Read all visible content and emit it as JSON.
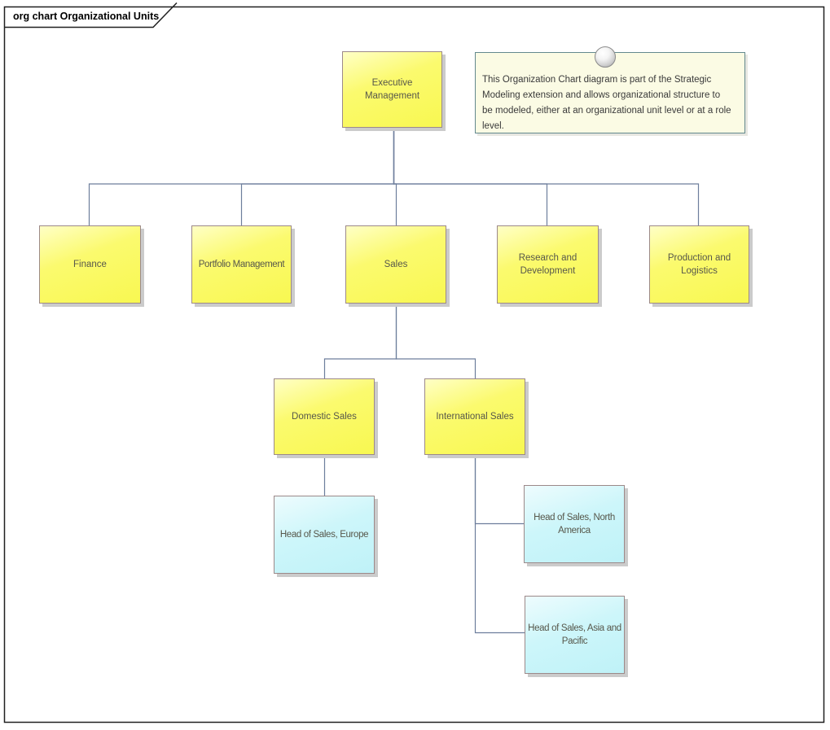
{
  "diagram": {
    "title": "org chart Organizational Units",
    "tool_style": "enterprise-architect-diagram-frame"
  },
  "note": {
    "icon": "pin-sphere-icon",
    "text": "This Organization Chart diagram is part of the Strategic Modeling extension and allows organizational structure to be modeled, either at an organizational unit level or at a role level."
  },
  "nodes": {
    "executive_management": {
      "label": "Executive Management",
      "kind": "organizational-unit"
    },
    "finance": {
      "label": "Finance",
      "kind": "organizational-unit"
    },
    "portfolio_management": {
      "label": "Portfolio Management",
      "kind": "organizational-unit"
    },
    "sales": {
      "label": "Sales",
      "kind": "organizational-unit"
    },
    "research_and_development": {
      "label": "Research and Development",
      "kind": "organizational-unit"
    },
    "production_and_logistics": {
      "label": "Production and Logistics",
      "kind": "organizational-unit"
    },
    "domestic_sales": {
      "label": "Domestic Sales",
      "kind": "organizational-unit"
    },
    "international_sales": {
      "label": "International Sales",
      "kind": "organizational-unit"
    },
    "head_of_sales_europe": {
      "label": "Head of Sales, Europe",
      "kind": "role"
    },
    "head_of_sales_north_america": {
      "label": "Head of Sales, North America",
      "kind": "role"
    },
    "head_of_sales_asia_pacific": {
      "label": "Head of Sales, Asia and Pacific",
      "kind": "role"
    }
  },
  "edges": [
    {
      "from": "Executive Management",
      "to": "Finance"
    },
    {
      "from": "Executive Management",
      "to": "Portfolio Management"
    },
    {
      "from": "Executive Management",
      "to": "Sales"
    },
    {
      "from": "Executive Management",
      "to": "Research and Development"
    },
    {
      "from": "Executive Management",
      "to": "Production and Logistics"
    },
    {
      "from": "Sales",
      "to": "Domestic Sales"
    },
    {
      "from": "Sales",
      "to": "International Sales"
    },
    {
      "from": "Domestic Sales",
      "to": "Head of Sales, Europe"
    },
    {
      "from": "International Sales",
      "to": "Head of Sales, North America"
    },
    {
      "from": "International Sales",
      "to": "Head of Sales, Asia and Pacific"
    }
  ],
  "colors": {
    "org_unit_fill": "#f9f955",
    "org_unit_fill_light": "#ffffc6",
    "role_fill": "#bff2f8",
    "role_fill_light": "#eefcfe",
    "node_border": "#9c8989",
    "node_text": "#57574b",
    "connector": "#6d7e9c",
    "note_fill": "#fbfbe4",
    "note_border": "#63898e",
    "frame_border": "#202020",
    "shadow": "#cbcbcb"
  }
}
